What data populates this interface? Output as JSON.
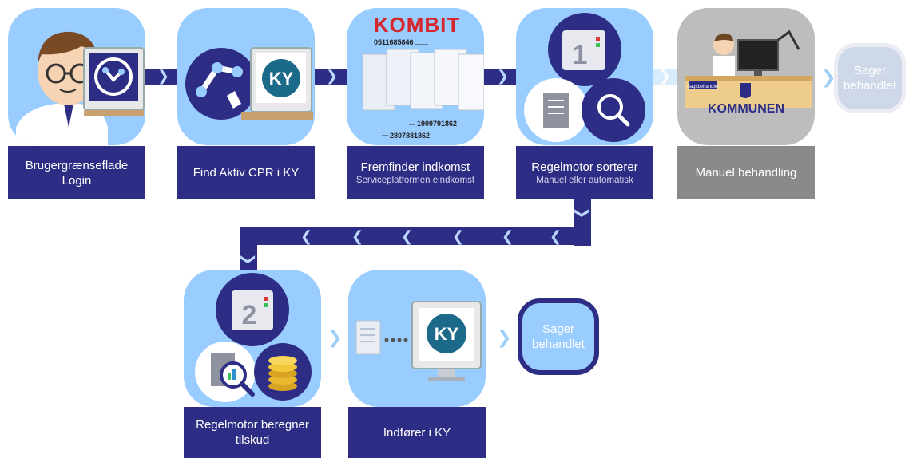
{
  "steps": {
    "login": {
      "label_line1": "Brugergrænseflade",
      "label_line2": "Login"
    },
    "find_cpr": {
      "label": "Find Aktiv CPR i KY",
      "logo_text": "KY"
    },
    "income": {
      "label": "Fremfinder indkomst",
      "sublabel": "Serviceplatformen eindkomst",
      "logo_text": "KOMBIT",
      "cpr_numbers": [
        "0511685846",
        "1909791862",
        "2807881862"
      ]
    },
    "sort": {
      "label": "Regelmotor sorterer",
      "sublabel": "Manuel eller automatisk",
      "server_number": "1"
    },
    "manual": {
      "label": "Manuel behandling",
      "logo_text": "KOMMUNEN",
      "desk_sign": "Sagsbehandler"
    },
    "done_top": {
      "label_line1": "Sager",
      "label_line2": "behandlet"
    },
    "calculate": {
      "label_line1": "Regelmotor beregner",
      "label_line2": "tilskud",
      "server_number": "2"
    },
    "enter_ky": {
      "label": "Indfører i KY",
      "logo_text": "KY"
    },
    "done_bottom": {
      "label_line1": "Sager",
      "label_line2": "behandlet"
    }
  },
  "colors": {
    "navy": "#2e2d85",
    "tile_blue": "#99ccff",
    "tile_grey": "#bdbdbd",
    "label_grey": "#8a8a8a",
    "ky_teal": "#1c6a8a",
    "kombit_red": "#d6262b"
  },
  "icons": [
    "person-icon",
    "robot-arm-icon",
    "monitor-icon",
    "document-stack-icon",
    "server-icon",
    "document-icon",
    "magnifier-icon",
    "caseworker-icon",
    "coins-icon",
    "chart-icon"
  ]
}
